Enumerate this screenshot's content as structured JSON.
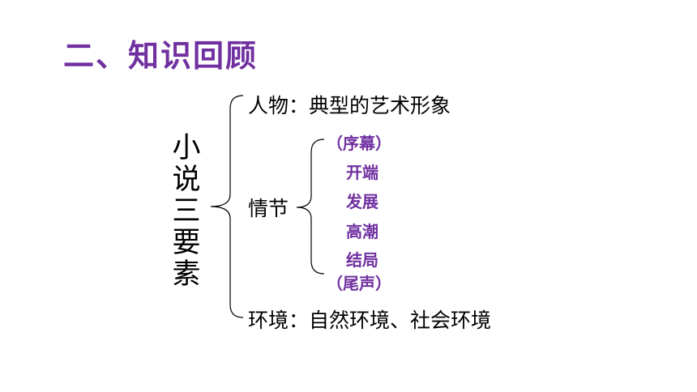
{
  "title": "二、知识回顾",
  "main_label": [
    "小",
    "说",
    "三",
    "要",
    "素"
  ],
  "branches": {
    "character": "人物：典型的艺术形象",
    "plot": "情节",
    "setting": "环境：自然环境、社会环境"
  },
  "plot_stages": [
    "（序幕）",
    "开端",
    "发展",
    "高潮",
    "结局",
    "（尾声）"
  ],
  "colors": {
    "accent": "#7030a0",
    "text": "#000000"
  }
}
